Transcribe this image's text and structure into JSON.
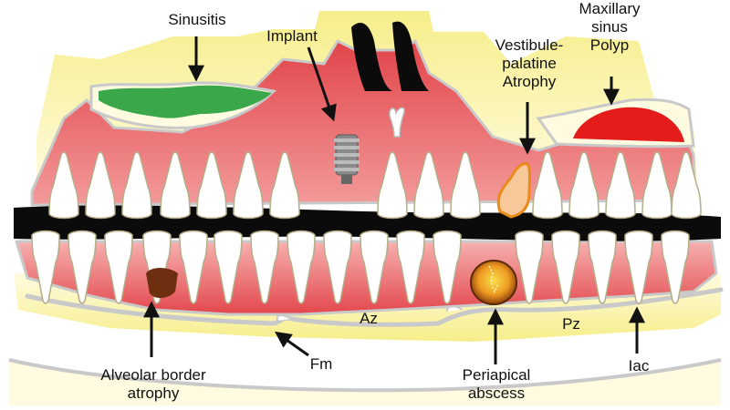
{
  "colors": {
    "gum": "#e8595c",
    "gum_light": "#f4a2a2",
    "bone": "#fbf4a0",
    "bone_dark": "#efe37a",
    "outline": "#b9b9b9",
    "tooth": "#ffffff",
    "tooth_shade": "#e9e2c2",
    "occlusal": "#0b0b0b",
    "sinusitis": "#3aa84a",
    "polyp": "#e41c1c",
    "caries": "#6e2f10",
    "abscess": "#e98a1a",
    "abscess_core": "#f6d23b",
    "implant": "#888888"
  },
  "labels": {
    "sinusitis": "Sinusitis",
    "implant": "Implant",
    "vestibule_line1": "Vestibule-",
    "vestibule_line2": "palatine",
    "vestibule_line3": "Atrophy",
    "polyp_line1": "Maxillary",
    "polyp_line2": "sinus",
    "polyp_line3": "Polyp",
    "alveolar_line1": "Alveolar border",
    "alveolar_line2": "atrophy",
    "fm": "Fm",
    "az": "Az",
    "pz": "Pz",
    "periapical_line1": "Periapical",
    "periapical_line2": "abscess",
    "iac": "Iac"
  },
  "icons": {
    "arrow": "arrow-icon",
    "implant": "implant-icon",
    "tooth": "tooth-icon"
  }
}
